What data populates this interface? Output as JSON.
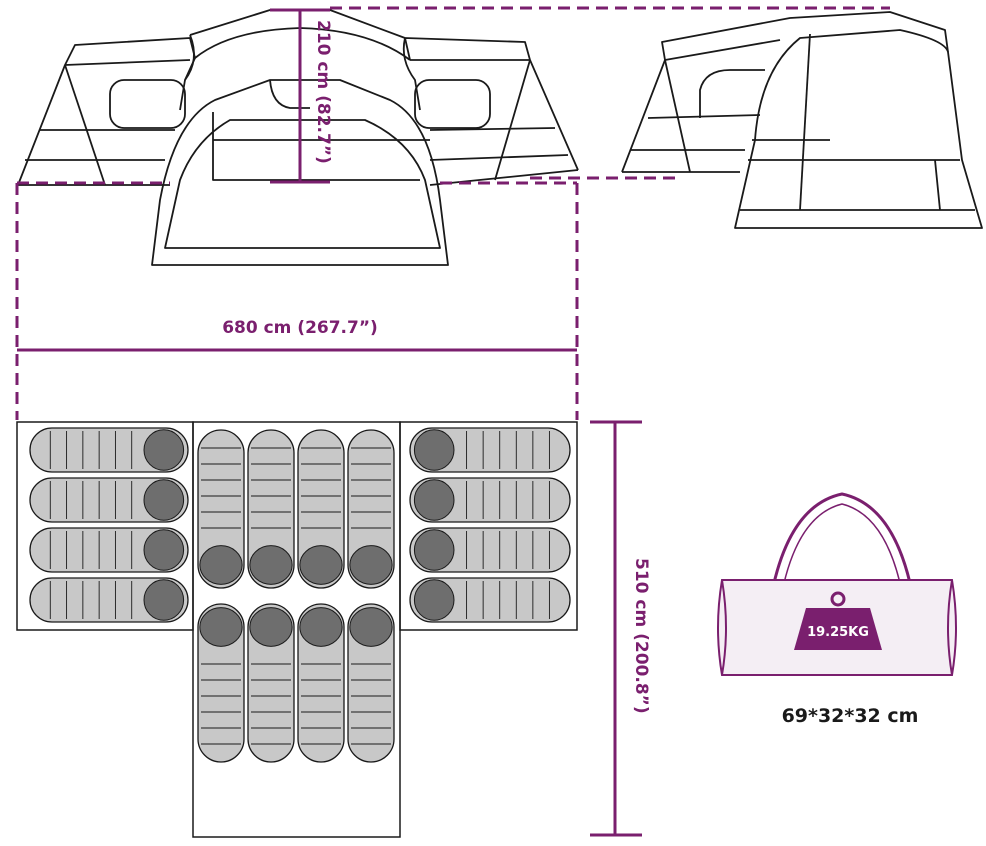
{
  "dimensions": {
    "height_label": "210 cm (82.7”)",
    "width_label": "680 cm (267.7”)",
    "depth_label": "510 cm (200.8”)"
  },
  "bag": {
    "weight_label": "19.25KG",
    "size_label": "69*32*32 cm"
  },
  "colors": {
    "accent": "#7a1f6e",
    "line": "#1a1a1a",
    "bag_fill": "#f4eef4",
    "sleeping_bag": "#c8c8c8",
    "sleeping_bag_dark": "#6e6e6e"
  }
}
